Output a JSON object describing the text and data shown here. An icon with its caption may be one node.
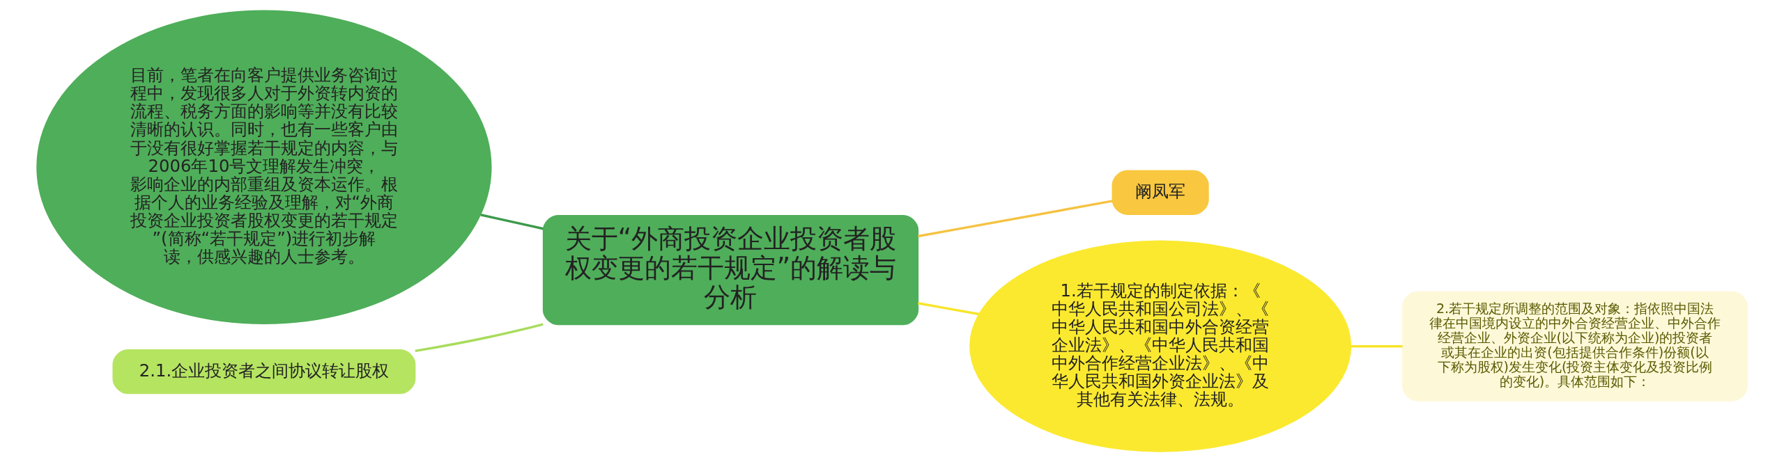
{
  "diagram": {
    "nodes": [
      {
        "text": [
          "关于“外商投资企业投资者股权变更的若干规定”的解读与分析"
        ]
      },
      {
        "text": [
          "目前，笔者在向客户提供业务咨询过程中，发现很多人对于外资转内资的流程、税务方面的影响等并没有比较清晰的认识。同时，也有一些客户由于没有很好掌握若干规定的内容，与2006年10号文理解发生冲突，影响企业的内部重组及资本运作。根据个人的业务经验及理解，对“外商投资企业投资者股权变更的若干规定”(简称“若干规定”)进行初步解读，供感兴趣的人士参考。"
        ]
      },
      {
        "text": [
          "阚凤军"
        ]
      },
      {
        "text": [
          "1.若干规定的制定依据：《中华人民共和国公司法》、《中华人民共和国中外合资经营企业法》、《中华人民共和国中外合作经营企业法》、《中华人民共和国外资企业法》及其他有关法律、法规。"
        ]
      },
      {
        "text": [
          "2.若干规定所调整的范围及对象：指依照中国法律在中国境内设立的中外合资经营企业、中外合作经营企业、外资企业(以下统称为企业)的投资者或其在企业的出资(包括提供合作条件)份额(以下称为股权)发生变化(投资主体变化及投资比例的变化)。具体范围如下："
        ]
      },
      {
        "text": [
          "2.1.企业投资者之间协议转让股权"
        ]
      }
    ],
    "edges": [
      {
        "from": 0,
        "to": 1,
        "arrow": "none",
        "color": "#3d9a4c"
      },
      {
        "from": 0,
        "to": 2,
        "arrow": "none",
        "color": "#f5c242"
      },
      {
        "from": 0,
        "to": 3,
        "arrow": "none",
        "color": "#f7e52a"
      },
      {
        "from": 0,
        "to": 5,
        "arrow": "none",
        "color": "#a8dc5c"
      },
      {
        "from": 3,
        "to": 4,
        "arrow": "none",
        "color": "#f7e52a"
      }
    ]
  }
}
